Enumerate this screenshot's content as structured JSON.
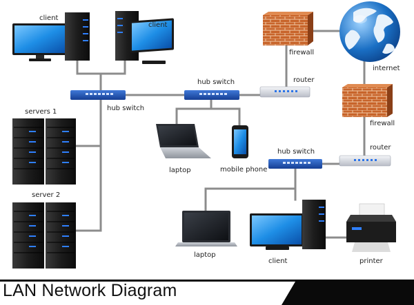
{
  "title": "LAN Network Diagram",
  "labels": {
    "client_top_left": "client",
    "client_top_right": "client",
    "hub_switch_left": "hub switch",
    "hub_switch_center": "hub switch",
    "hub_switch_right": "hub switch",
    "router_top": "router",
    "router_right": "router",
    "firewall_top": "firewall",
    "firewall_right": "firewall",
    "internet": "internet",
    "servers_1": "servers 1",
    "server_2": "server 2",
    "laptop_mid": "laptop",
    "mobile_phone": "mobile phone",
    "laptop_bottom": "laptop",
    "client_bottom": "client",
    "printer": "printer"
  },
  "colors": {
    "cable": "#8c8c8c",
    "switch_body": "#1e4fb0",
    "router_body": "#dcdfe6",
    "brick": "#c8642a",
    "screen": "#1e90e0",
    "tower": "#1b1b1b",
    "globe_ocean": "#1a6fc4",
    "banner": "#0a0a0a"
  }
}
